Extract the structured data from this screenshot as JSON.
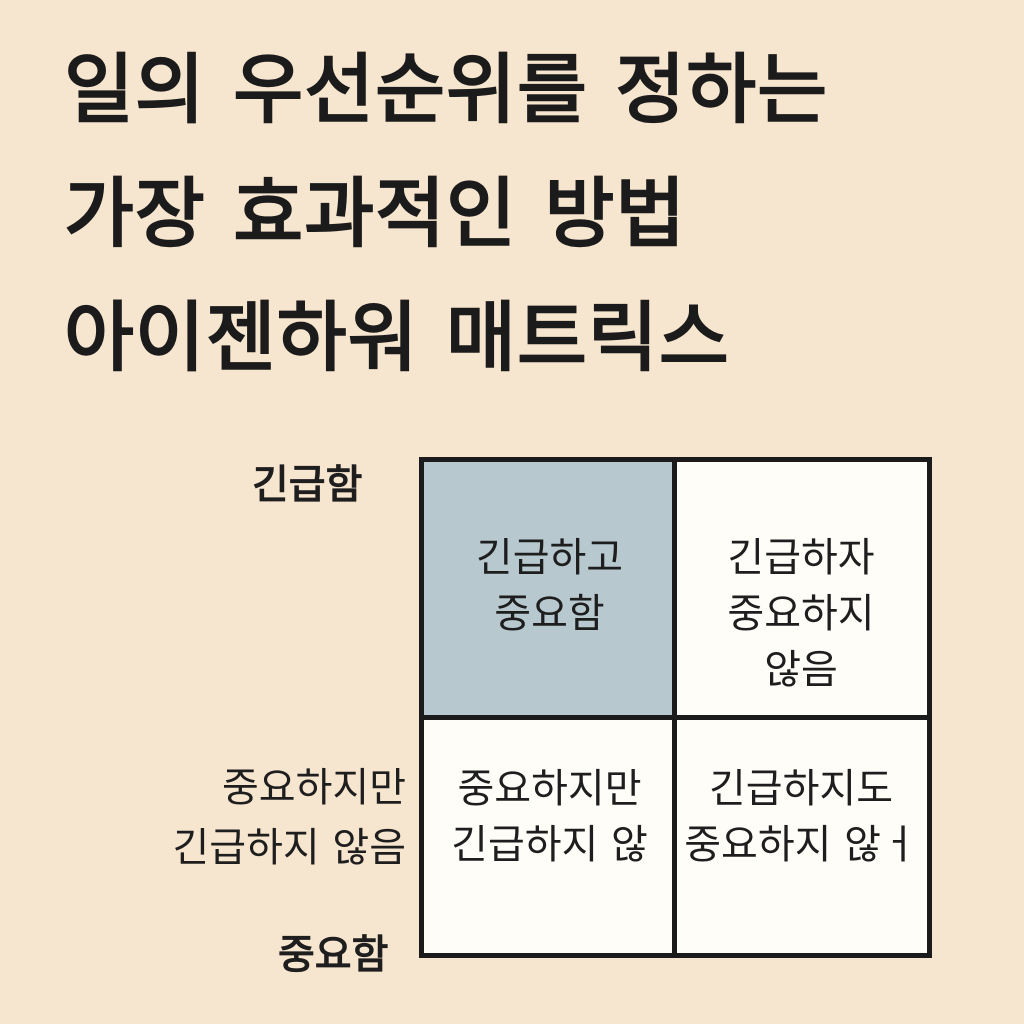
{
  "title": {
    "lines": [
      "일의 우선순위를 정하는",
      "가장 효과적인 방법",
      "아이젠하워 매트릭스"
    ]
  },
  "axes": {
    "urgent": "긴급함",
    "important_not_urgent": [
      "중요하지만",
      "긴급하지 않음"
    ],
    "important": "중요함"
  },
  "matrix": {
    "top_left": [
      "긴급하고",
      "중요함"
    ],
    "top_right": [
      "긴급하자",
      "중요하지",
      "않음"
    ],
    "bottom_left": [
      "중요하지만",
      "긴급하지 않"
    ],
    "bottom_right": [
      "긴급하지도",
      "중요하지 않ㅓ"
    ]
  },
  "colors": {
    "background": "#f7e6cf",
    "highlight_quadrant": "#b7c9cf",
    "grid_line": "#1b1b1b"
  }
}
